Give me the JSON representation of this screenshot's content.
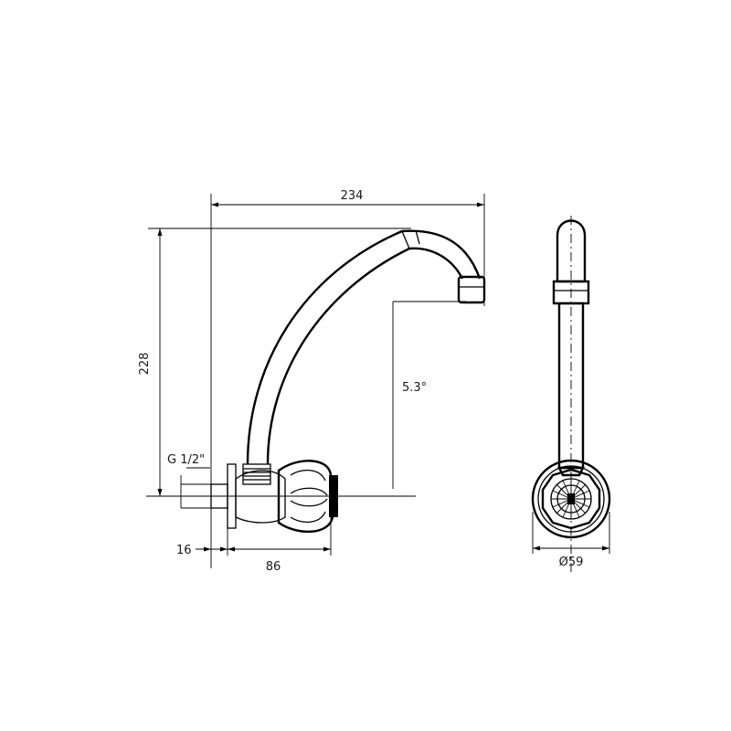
{
  "drawing": {
    "dimensions": {
      "overall_width": "234",
      "overall_height": "228",
      "thread_size": "G 1/2\"",
      "flange_thickness": "16",
      "body_depth": "86",
      "spout_angle": "5.3°",
      "flange_diameter": "Ø59"
    }
  }
}
